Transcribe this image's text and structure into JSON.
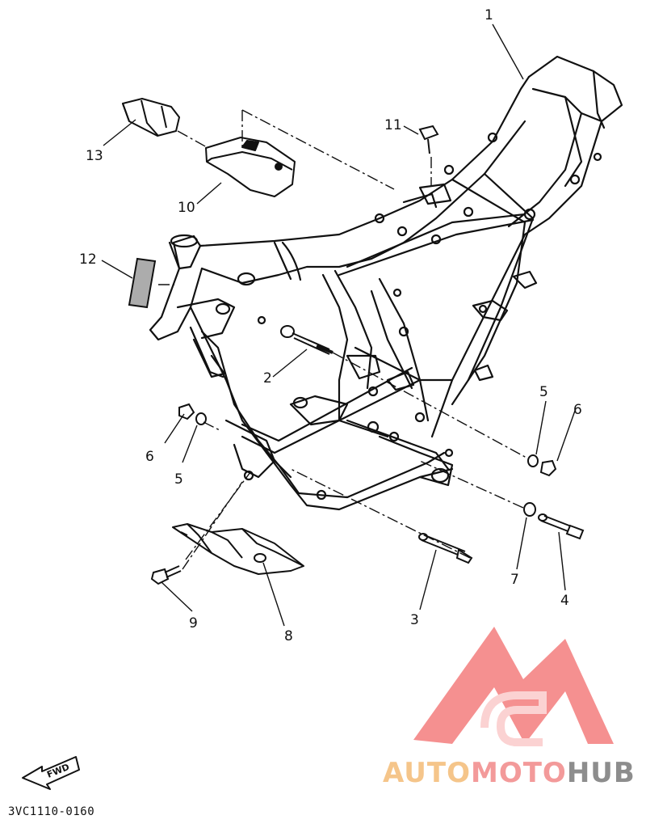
{
  "diagram": {
    "callouts": [
      "1",
      "2",
      "3",
      "4",
      "5",
      "5",
      "6",
      "6",
      "7",
      "8",
      "9",
      "10",
      "11",
      "12",
      "13"
    ],
    "part_code": "3VC1110-0160",
    "fwd_label": "FWD",
    "watermark": {
      "part1": "AUTO",
      "part2": "MOTO",
      "part3": "HUB",
      "colors": {
        "auto": "#f5c58a",
        "moto": "#f39a9a",
        "hub": "#8d8d8d",
        "logo": "#f58b8b"
      }
    },
    "line_color": "#111111"
  }
}
